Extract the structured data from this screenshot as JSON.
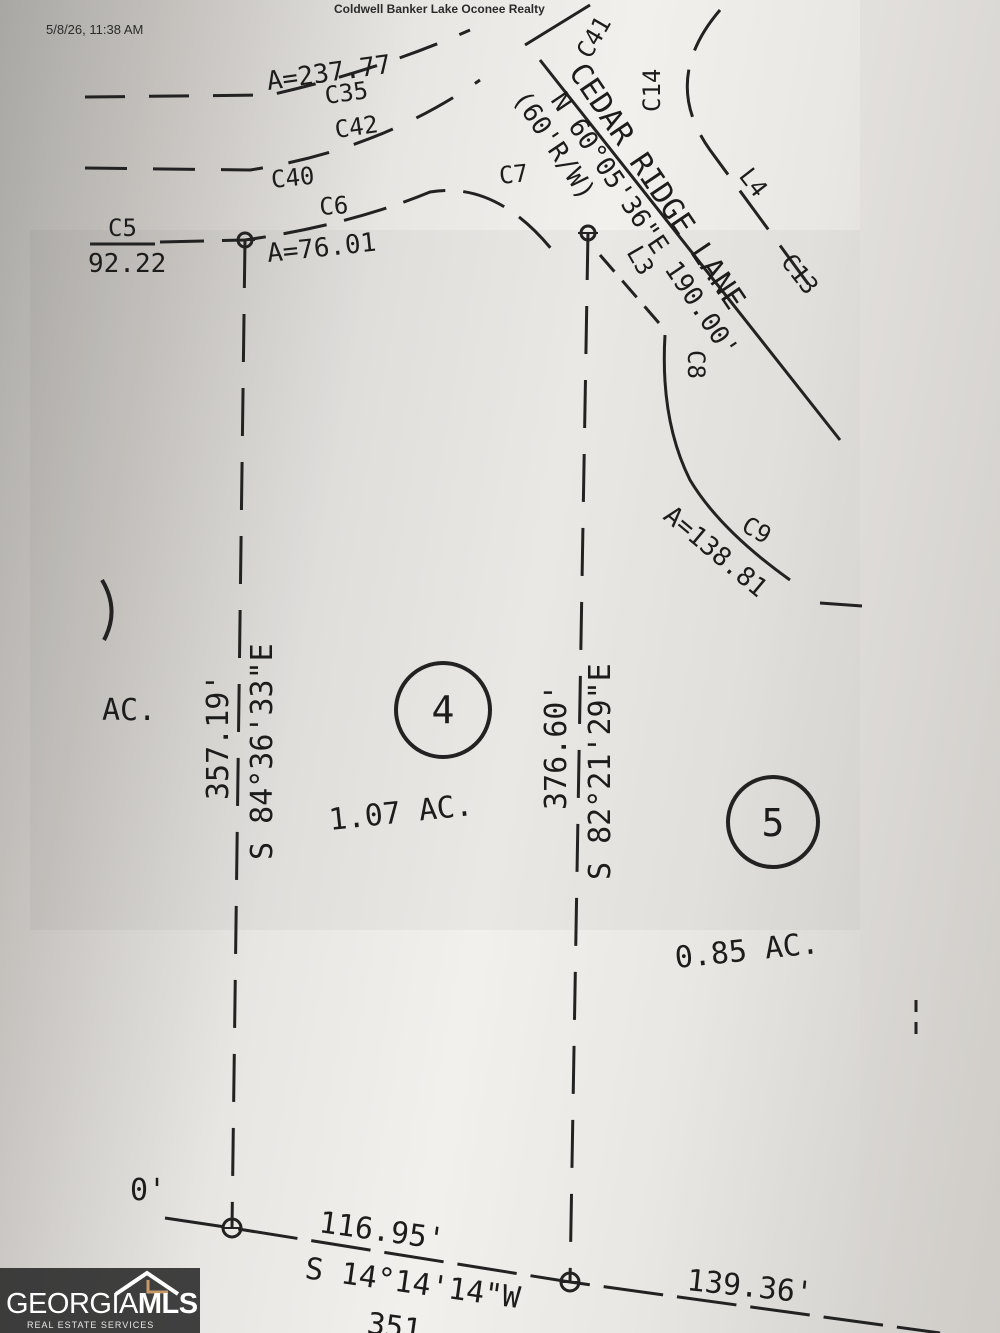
{
  "header": {
    "print_datetime": "5/8/26, 11:38 AM",
    "title": "Coldwell Banker Lake Oconee Realty"
  },
  "road": {
    "name": "CEDAR RIDGE LANE",
    "row": "(60'R/W)",
    "bearing": "N 60°05'36\"E 190.00'"
  },
  "curves": {
    "c41": "C41",
    "c14": "C14",
    "c35": "C35",
    "c35_arc": "A=237.77",
    "c42": "C42",
    "c40": "C40",
    "c5": "C5",
    "c5_len": "92.22",
    "c6": "C6",
    "c6_arc": "A=76.01",
    "c7": "C7",
    "c8": "C8",
    "c9": "C9",
    "c9_arc": "A=138.81",
    "c13": "C13",
    "l3": "L3",
    "l4": "L4"
  },
  "lots": {
    "lot4": {
      "number": "4",
      "area": "1.07 AC."
    },
    "lot5": {
      "number": "5",
      "area": "0.85 AC."
    },
    "lot3_partial_area": "AC."
  },
  "boundaries": {
    "west_line": {
      "distance": "357.19'",
      "bearing": "S 84°36'33\"E"
    },
    "east_line": {
      "distance": "376.60'",
      "bearing": "S 82°21'29\"E"
    },
    "rear_bearing": "S 14°14'14\"W",
    "rear_lot4": "116.95'",
    "rear_lot5": "139.36'",
    "rear_lot3_partial": "0'",
    "bottom_partial": "351"
  },
  "watermark": {
    "brand": "GEORGIA",
    "brand_suffix": "MLS",
    "tagline": "REAL ESTATE SERVICES"
  }
}
